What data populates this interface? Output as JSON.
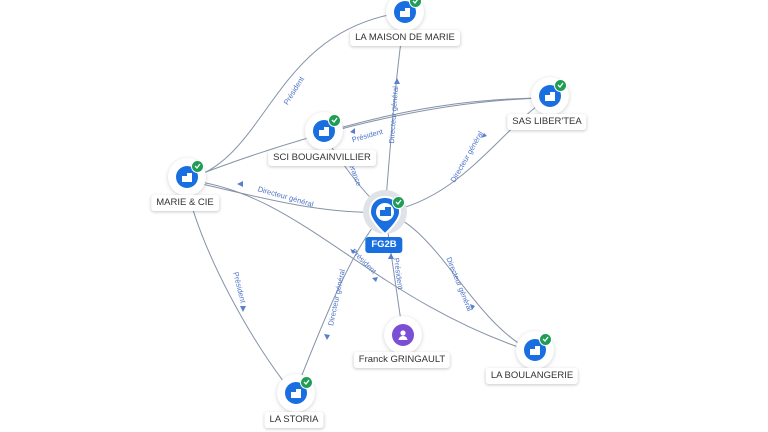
{
  "nodes": {
    "fg2b": "FG2B",
    "la_maison_de_marie": "LA MAISON DE MARIE",
    "sas_libertea": "SAS LIBER'TEA",
    "sci_bougainvillier": "SCI BOUGAINVILLIER",
    "marie_et_cie": "MARIE & CIE",
    "franck_gringault": "Franck GRINGAULT",
    "la_boulangerie": "LA BOULANGERIE",
    "la_storia": "LA STORIA"
  },
  "edges": {
    "marie_maison": "Président",
    "fg2b_maison": "Directeur général",
    "sci_libertea": "Président",
    "fg2b_libertea": "Directeur général",
    "fg2b_sci": "Gérance",
    "marie_fg2b": "Directeur général",
    "marie_boulangerie": "Président",
    "fg2b_boulangerie": "Directeur général",
    "franck_fg2b": "Président",
    "marie_storia": "Président",
    "fg2b_storia": "Directeur général"
  },
  "colors": {
    "company": "#1a6fe0",
    "person": "#7a4fd6",
    "verified": "#1f9d55",
    "edge": "#8593a8",
    "edge_label": "#4d74c8"
  },
  "icons": {
    "company": "building-icon",
    "person": "person-icon",
    "verified": "check-badge-icon"
  }
}
